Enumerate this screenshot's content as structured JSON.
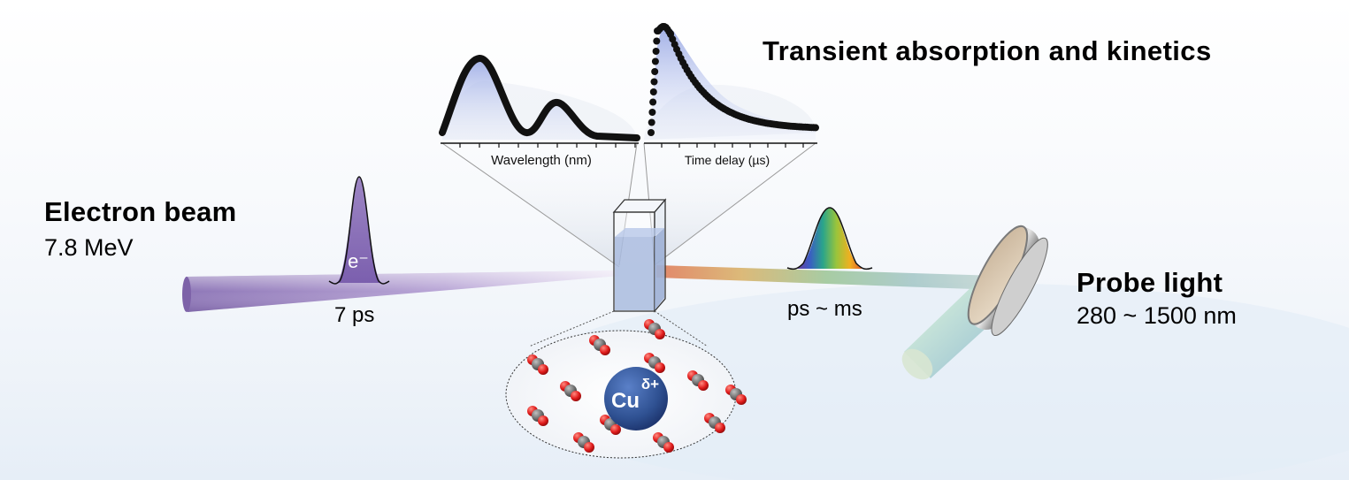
{
  "title": "Transient absorption and kinetics",
  "electron_beam": {
    "label": "Electron beam",
    "energy": "7.8 MeV",
    "pulse_symbol": "e⁻",
    "pulse_width": "7 ps"
  },
  "probe": {
    "label": "Probe light",
    "range": "280 ~ 1500 nm",
    "time_scale": "ps ~ ms"
  },
  "spectrum_panel": {
    "xlabel": "Wavelength (nm)"
  },
  "kinetics_panel": {
    "xlabel": "Time delay (µs)"
  },
  "ion": {
    "symbol": "Cu",
    "charge": "δ+"
  },
  "colors": {
    "beam": "#8a6fb3",
    "ion": "#2f5192",
    "curve": "#111111",
    "fill": "#a9b6e6"
  }
}
